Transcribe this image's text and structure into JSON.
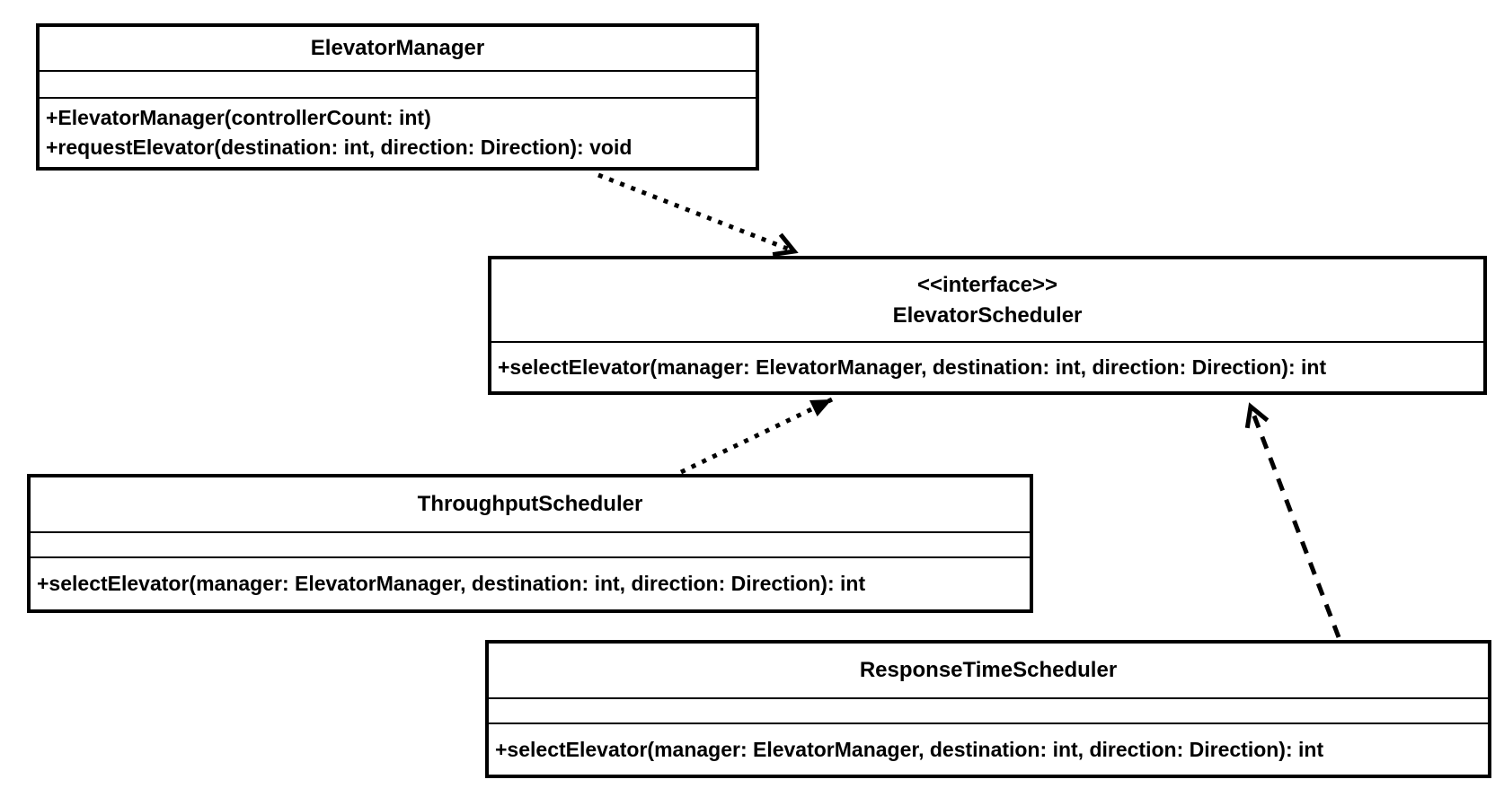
{
  "diagram": {
    "type": "uml-class-diagram",
    "colors": {
      "background": "#ffffff",
      "line": "#000000",
      "text": "#000000",
      "box_fill": "#ffffff"
    },
    "classes": [
      {
        "name": "ElevatorManager",
        "stereotype": "",
        "attributes": [],
        "methods": [
          "+ElevatorManager(controllerCount: int)",
          "+requestElevator(destination: int, direction: Direction): void"
        ]
      },
      {
        "name": "ElevatorScheduler",
        "stereotype": "<<interface>>",
        "attributes": [],
        "methods": [
          "+selectElevator(manager: ElevatorManager, destination: int, direction: Direction): int"
        ]
      },
      {
        "name": "ThroughputScheduler",
        "stereotype": "",
        "attributes": [],
        "methods": [
          "+selectElevator(manager: ElevatorManager, destination: int, direction: Direction): int"
        ]
      },
      {
        "name": "ResponseTimeScheduler",
        "stereotype": "",
        "attributes": [],
        "methods": [
          "+selectElevator(manager: ElevatorManager, destination: int, direction: Direction): int"
        ]
      }
    ],
    "relationships": [
      {
        "from": "ElevatorManager",
        "to": "ElevatorScheduler",
        "type": "dependency",
        "line_style": "dotted",
        "arrowhead": "open"
      },
      {
        "from": "ThroughputScheduler",
        "to": "ElevatorScheduler",
        "type": "realization",
        "line_style": "dotted",
        "arrowhead": "filled-triangle"
      },
      {
        "from": "ResponseTimeScheduler",
        "to": "ElevatorScheduler",
        "type": "realization",
        "line_style": "dashed",
        "arrowhead": "open"
      }
    ]
  }
}
